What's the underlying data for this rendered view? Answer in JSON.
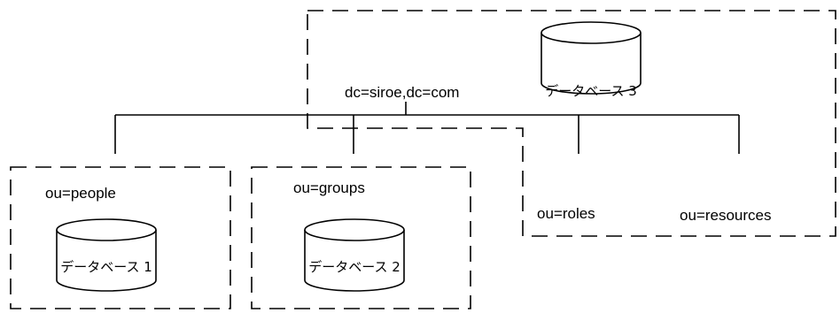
{
  "root": {
    "label": "dc=siroe,dc=com"
  },
  "branches": [
    {
      "label": "ou=people"
    },
    {
      "label": "ou=groups"
    },
    {
      "label": "ou=roles"
    },
    {
      "label": "ou=resources"
    }
  ],
  "databases": [
    {
      "label": "データベース 1"
    },
    {
      "label": "データベース 2"
    },
    {
      "label": "データベース 3"
    }
  ]
}
